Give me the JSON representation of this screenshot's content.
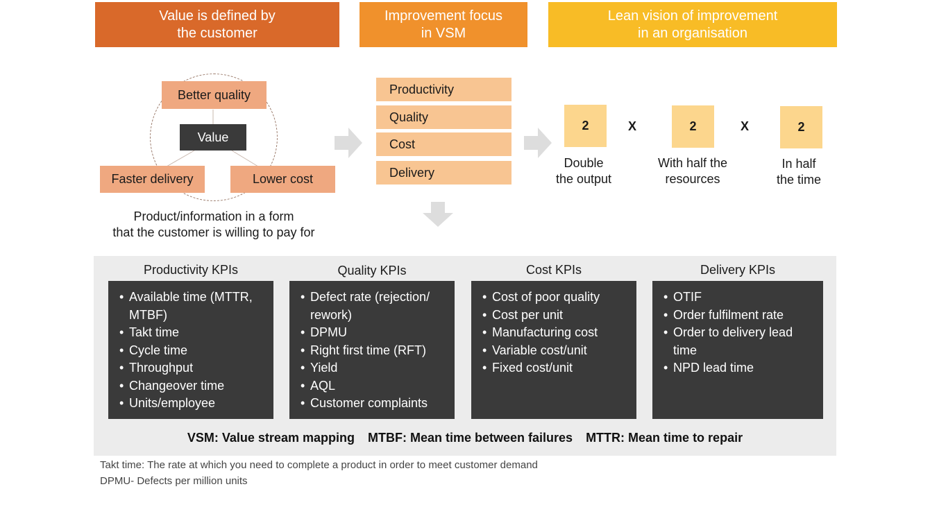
{
  "headers": {
    "value": "Value is defined by\nthe customer",
    "focus": "Improvement focus\nin VSM",
    "lean": "Lean vision of improvement\nin an organisation"
  },
  "value_cluster": {
    "center": "Value",
    "top": "Better quality",
    "left": "Faster delivery",
    "right": "Lower cost",
    "caption": "Product/information in a form\nthat the customer is willing to pay for"
  },
  "focus_items": [
    "Productivity",
    "Quality",
    "Cost",
    "Delivery"
  ],
  "lean_vision": {
    "factors": [
      {
        "value": "2",
        "label": "Double\nthe output"
      },
      {
        "value": "2",
        "label": "With half the\nresources"
      },
      {
        "value": "2",
        "label": "In half\nthe time"
      }
    ],
    "operator": "X"
  },
  "kpis": [
    {
      "title": "Productivity KPIs",
      "items": [
        "Available time (MTTR, MTBF)",
        "Takt time",
        "Cycle time",
        "Throughput",
        "Changeover time",
        "Units/employee"
      ]
    },
    {
      "title": "Quality KPIs",
      "items": [
        "Defect rate (rejection/ rework)",
        "DPMU",
        "Right first time (RFT)",
        "Yield",
        "AQL",
        "Customer complaints"
      ]
    },
    {
      "title": "Cost KPIs",
      "items": [
        "Cost of poor quality",
        "Cost per unit",
        "Manufacturing cost",
        "Variable cost/unit",
        "Fixed cost/unit"
      ]
    },
    {
      "title": "Delivery KPIs",
      "items": [
        "OTIF",
        "Order fulfilment rate",
        "Order to delivery lead time",
        "NPD lead time"
      ]
    }
  ],
  "abbreviations": [
    "VSM: Value stream mapping",
    "MTBF: Mean time between failures",
    "MTTR: Mean time to repair"
  ],
  "notes": [
    "Takt time: The rate at which you need to complete a product in order to meet customer demand",
    "DPMU- Defects per million units"
  ],
  "colors": {
    "header_value": "#d9692a",
    "header_focus": "#f0912c",
    "header_lean": "#f8bc26",
    "salmon_box": "#efa880",
    "focus_box": "#f8c592",
    "factor_box": "#fcd68d",
    "dark_box": "#3a3a3a",
    "panel": "#ececec",
    "arrow": "#dddddd"
  }
}
